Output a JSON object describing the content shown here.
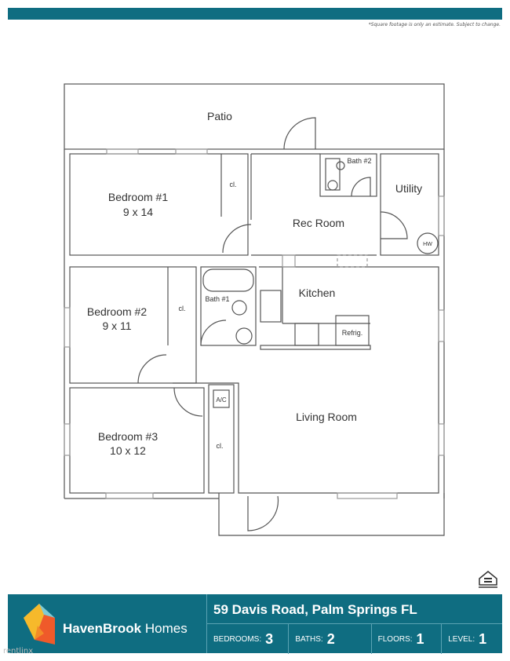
{
  "disclaimer": "*Square footage is only an estimate. Subject to change.",
  "rooms": {
    "patio": "Patio",
    "bedroom1": {
      "name": "Bedroom #1",
      "size": "9 x 14"
    },
    "closet": "cl.",
    "rec_room": "Rec Room",
    "bath2": "Bath #2",
    "utility": "Utility",
    "hw": "HW",
    "bedroom2": {
      "name": "Bedroom #2",
      "size": "9 x 11"
    },
    "bath1": "Bath #1",
    "kitchen": "Kitchen",
    "refrig": "Refrig.",
    "bedroom3": {
      "name": "Bedroom #3",
      "size": "10 x 12"
    },
    "ac": "A/C",
    "living_room": "Living Room"
  },
  "footer": {
    "brand_bold": "HavenBrook",
    "brand_light": "Homes",
    "address": "59 Davis Road, Palm Springs FL",
    "stats": [
      {
        "label": "BEDROOMS:",
        "value": "3"
      },
      {
        "label": "BATHS:",
        "value": "2"
      },
      {
        "label": "FLOORS:",
        "value": "1"
      },
      {
        "label": "LEVEL:",
        "value": "1"
      }
    ]
  },
  "watermark": "rentlinx",
  "colors": {
    "brand": "#0f6d81",
    "logo_yellow": "#f6b92b",
    "logo_orange": "#ef5a2a",
    "logo_teal": "#7fcad3"
  }
}
